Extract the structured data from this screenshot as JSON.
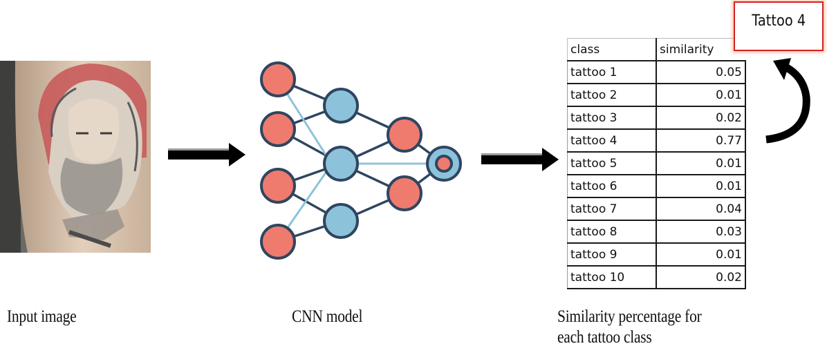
{
  "stages": {
    "input": {
      "caption": "Input image",
      "image": "tattoo-portrait-photo"
    },
    "model": {
      "caption": "CNN model",
      "icon": "neural-network-icon"
    },
    "output": {
      "caption_line1": "Similarity percentage for",
      "caption_line2": "each tattoo class"
    }
  },
  "table": {
    "headers": [
      "class",
      "similarity"
    ],
    "rows": [
      {
        "class": "tattoo 1",
        "similarity": "0.05"
      },
      {
        "class": "tattoo 2",
        "similarity": "0.01"
      },
      {
        "class": "tattoo 3",
        "similarity": "0.02"
      },
      {
        "class": "tattoo 4",
        "similarity": "0.77"
      },
      {
        "class": "tattoo 5",
        "similarity": "0.01"
      },
      {
        "class": "tattoo 6",
        "similarity": "0.01"
      },
      {
        "class": "tattoo 7",
        "similarity": "0.04"
      },
      {
        "class": "tattoo 8",
        "similarity": "0.03"
      },
      {
        "class": "tattoo 9",
        "similarity": "0.01"
      },
      {
        "class": "tattoo 10",
        "similarity": "0.02"
      }
    ]
  },
  "result": {
    "label": "Tattoo 4"
  },
  "colors": {
    "node_red": "#ee7b6e",
    "node_blue": "#8cc3da",
    "stroke": "#2f4560",
    "edge_light": "#8cc3da",
    "result_border": "#d42020"
  }
}
